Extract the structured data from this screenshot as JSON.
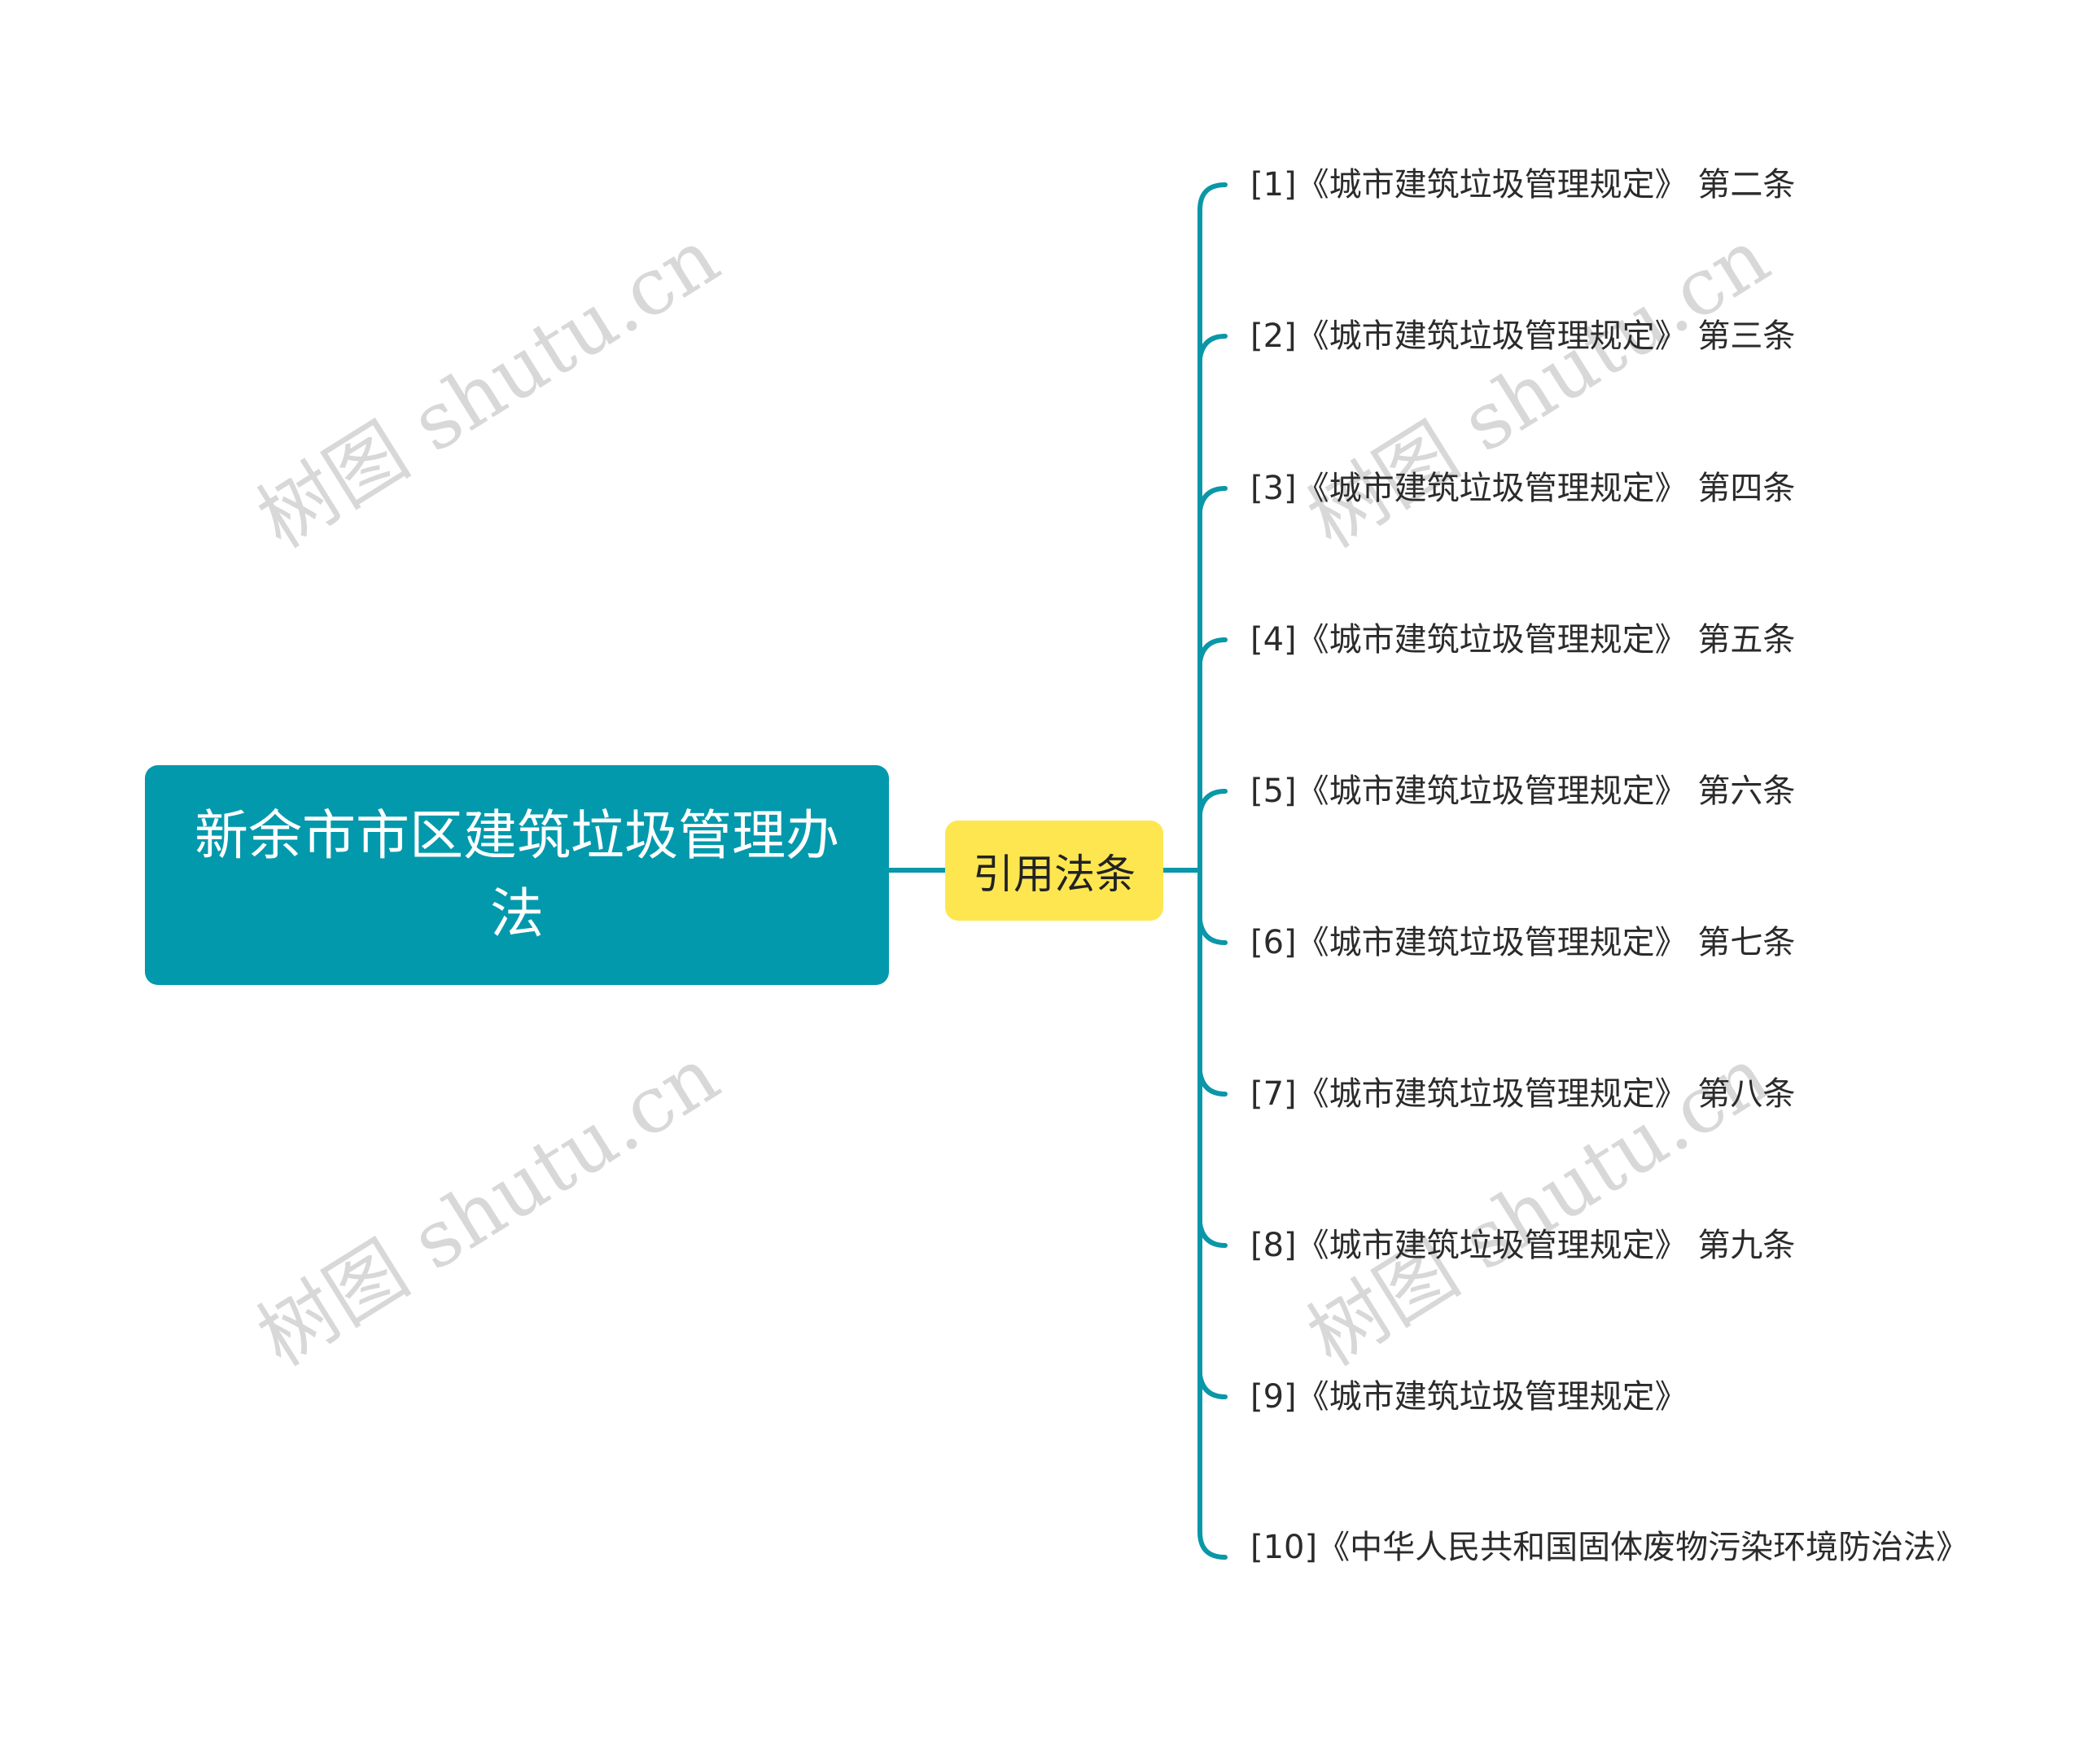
{
  "mindmap": {
    "root": {
      "label": "新余市市区建筑垃圾管理办法",
      "color": "#0399ac"
    },
    "branch": {
      "label": "引用法条",
      "color": "#fee650"
    },
    "line_color": "#0a97a8",
    "leaves": [
      {
        "label": "[1]《城市建筑垃圾管理规定》 第二条"
      },
      {
        "label": "[2]《城市建筑垃圾管理规定》 第三条"
      },
      {
        "label": "[3]《城市建筑垃圾管理规定》 第四条"
      },
      {
        "label": "[4]《城市建筑垃圾管理规定》 第五条"
      },
      {
        "label": "[5]《城市建筑垃圾管理规定》 第六条"
      },
      {
        "label": "[6]《城市建筑垃圾管理规定》 第七条"
      },
      {
        "label": "[7]《城市建筑垃圾管理规定》 第八条"
      },
      {
        "label": "[8]《城市建筑垃圾管理规定》 第九条"
      },
      {
        "label": "[9]《城市建筑垃圾管理规定》"
      },
      {
        "label": "[10]《中华人民共和国固体废物污染环境防治法》"
      }
    ]
  },
  "watermark": {
    "text": "树图 shutu.cn"
  }
}
